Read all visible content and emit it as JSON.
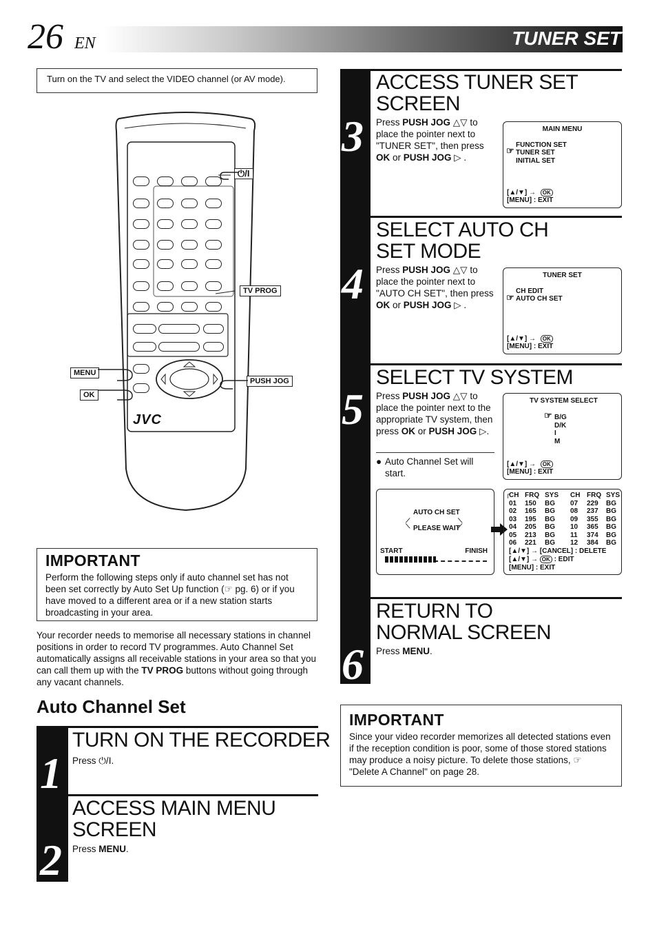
{
  "header": {
    "page_number": "26",
    "lang": "EN",
    "section": "TUNER SET"
  },
  "intro_note": "Turn on the TV and select the VIDEO channel (or AV mode).",
  "remote_callouts": {
    "power": "⏻/I",
    "tv_prog": "TV PROG",
    "menu": "MENU",
    "ok": "OK",
    "push_jog": "PUSH JOG",
    "brand": "JVC"
  },
  "important_left": {
    "title": "IMPORTANT",
    "text": "Perform the following steps only if auto channel set has not been set correctly by Auto Set Up function (☞ pg. 6) or if you have moved to a different area or if a new station starts broadcasting in your area."
  },
  "description": {
    "before": "Your recorder needs to memorise all necessary stations in channel positions in order to record TV programmes. Auto Channel Set automatically assigns all receivable stations in your area so that you can call them up with the ",
    "bold": "TV PROG",
    "after": " buttons without going through any vacant channels."
  },
  "auto_channel_heading": "Auto Channel Set",
  "steps": {
    "s1": {
      "num": "1",
      "title": "TURN ON THE RECORDER",
      "text": "Press ⏻/I."
    },
    "s2": {
      "num": "2",
      "title": "ACCESS MAIN MENU SCREEN",
      "text_pre": "Press ",
      "text_bold": "MENU",
      "text_post": "."
    },
    "s3": {
      "num": "3",
      "title": "ACCESS TUNER SET SCREEN"
    },
    "s4": {
      "num": "4",
      "title": "SELECT AUTO CH SET MODE"
    },
    "s5": {
      "num": "5",
      "title": "SELECT TV SYSTEM",
      "bullet": "Auto Channel Set will start."
    },
    "s6": {
      "num": "6",
      "title": "RETURN TO NORMAL SCREEN",
      "text_pre": "Press ",
      "text_bold": "MENU",
      "text_post": "."
    }
  },
  "step_texts": {
    "s3": [
      "Press ",
      "PUSH JOG",
      " △▽ to place the pointer next to \"TUNER SET\", then press ",
      "OK",
      " or ",
      "PUSH JOG",
      " ▷ ."
    ],
    "s4": [
      "Press ",
      "PUSH JOG",
      " △▽ to place the pointer next to \"AUTO CH SET\", then press ",
      "OK",
      " or ",
      "PUSH JOG",
      " ▷ ."
    ],
    "s5": [
      "Press ",
      "PUSH JOG",
      " △▽ to place the pointer next to the appropriate TV system, then press ",
      "OK",
      " or ",
      "PUSH JOG",
      " ▷."
    ]
  },
  "osd_main_menu": {
    "title": "MAIN MENU",
    "items": [
      "FUNCTION SET",
      "TUNER SET",
      "INITIAL SET"
    ],
    "nav": "[▲/▼] →",
    "ok": "OK",
    "exit": "[MENU] : EXIT"
  },
  "osd_tuner_set": {
    "title": "TUNER SET",
    "items": [
      "CH EDIT",
      "AUTO CH SET"
    ],
    "nav": "[▲/▼] →",
    "ok": "OK",
    "exit": "[MENU] : EXIT"
  },
  "osd_tv_system": {
    "title": "TV SYSTEM SELECT",
    "items": [
      "B/G",
      "D/K",
      "I",
      "M"
    ],
    "nav": "[▲/▼] →",
    "ok": "OK",
    "exit": "[MENU] : EXIT"
  },
  "osd_auto_ch": {
    "title": "AUTO CH SET",
    "status": "PLEASE WAIT",
    "start": "START",
    "finish": "FINISH",
    "progress_fraction": 0.5
  },
  "osd_channel_table": {
    "headers": [
      "CH",
      "FRQ",
      "SYS",
      "CH",
      "FRQ",
      "SYS"
    ],
    "rows": [
      [
        "01",
        "150",
        "BG",
        "07",
        "229",
        "BG"
      ],
      [
        "02",
        "165",
        "BG",
        "08",
        "237",
        "BG"
      ],
      [
        "03",
        "195",
        "BG",
        "09",
        "355",
        "BG"
      ],
      [
        "04",
        "205",
        "BG",
        "10",
        "365",
        "BG"
      ],
      [
        "05",
        "213",
        "BG",
        "11",
        "374",
        "BG"
      ],
      [
        "06",
        "221",
        "BG",
        "12",
        "384",
        "BG"
      ]
    ],
    "footer1": "[▲/▼] → [CANCEL] : DELETE",
    "footer2_pre": "[▲/▼] →",
    "footer2_ok": "OK",
    "footer2_post": ": EDIT",
    "footer3": "[MENU] : EXIT"
  },
  "important_right": {
    "title": "IMPORTANT",
    "text": "Since your video recorder memorizes all detected stations even if the reception condition is poor, some of those stored stations may produce a noisy picture. To delete those stations, ☞ \"Delete A Channel\" on page 28."
  }
}
